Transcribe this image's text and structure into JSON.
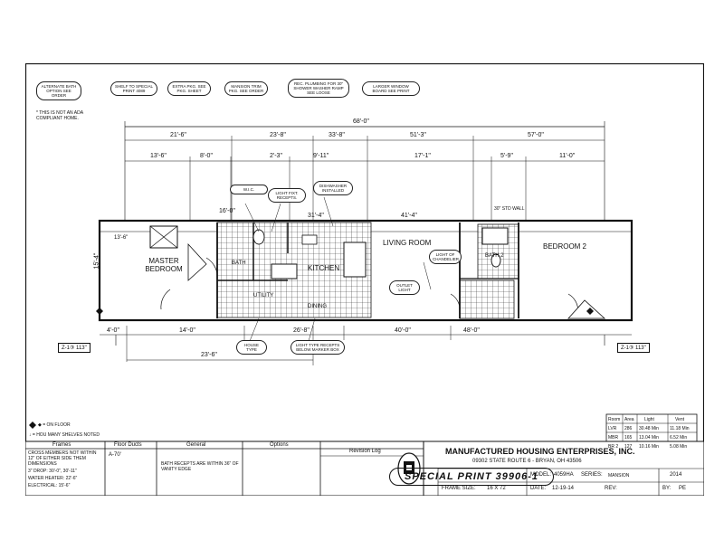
{
  "options_ovals": [
    "ALTERNATE BATH OPTION SEE ORDER",
    "SHELF TO SPECIAL PRINT 4089",
    "EXTRA PKG. SEE PKG. SHEET",
    "MANSION TRIM PKG. SEE ORDER",
    "REC. PLUMBING FOR 30\" SHOWER WASHER RAMP SEE LOOSE",
    "LARGER WINDOW BOARD SEE PRINT"
  ],
  "ada_note": "* THIS IS NOT AN ADA COMPLIANT HOME.",
  "dimensions_top": {
    "overall": "68'-0\"",
    "row1": [
      "21'-6\"",
      "23'-8\"",
      "33'-8\"",
      "51'-3\"",
      "57'-0\""
    ],
    "row2": [
      "13'-6\"",
      "8'-0\"",
      "2'-3\"",
      "9'-11\"",
      "17'-1\"",
      "5'-9\"",
      "11'-0\""
    ],
    "interior": [
      "16'-0\"",
      "31'-4\"",
      "41'-4\""
    ]
  },
  "dimensions_bottom": [
    "4'-0\"",
    "14'-0\"",
    "26'-8\"",
    "40'-0\"",
    "48'-0\"",
    "23'-6\""
  ],
  "side_dims": [
    "15'-4\"",
    "13'-6\""
  ],
  "rooms": {
    "master": "MASTER BEDROOM",
    "bath": "BATH",
    "kitchen": "KITCHEN",
    "utility": "UTILITY",
    "dining": "DINING",
    "living": "LIVING ROOM",
    "bath2": "BATH 2",
    "bedroom2": "BEDROOM 2"
  },
  "callouts": {
    "wic": "W.I.C.",
    "dishwasher": "DISHWASHER INSTALLED",
    "light_fixt": "LIGHT FIXT. RECEPTS.",
    "house_type": "HOUSE TYPE",
    "light_recepts": "LIGHT TYPE RECEPTS BELOW MARKER BOX",
    "right_chandelier": "LIGHT OF CHANDELIER",
    "outlet": "OUTLET LIGHT",
    "shelf_wall": "30\" STD WALL"
  },
  "markers": {
    "left": "Z-1③ 113\"",
    "right": "Z-1③ 113\""
  },
  "special_print": "SPECIAL PRINT 39906-1",
  "legend": {
    "floor_marker": "◆ = ON FLOOR",
    "shelves": "↓ = HOU MANY SHELVES NOTED"
  },
  "room_table": {
    "headers": [
      "Room",
      "Area",
      "Light",
      "Vent"
    ],
    "rows": [
      [
        "LVR",
        "286",
        "30.48 Min",
        "11.18 Min"
      ],
      [
        "MBR",
        "165",
        "13.04 Min",
        "6.52 Min"
      ],
      [
        "BR 2",
        "127",
        "10.16 Min",
        "5.08 Min"
      ]
    ]
  },
  "bottom_table": {
    "headers": [
      "Frames",
      "Floor Ducts",
      "General",
      "Options"
    ],
    "frames_text": "CROSS MEMBERS NOT WITHIN 12\" OF EITHER SIDE THEM DIMENSIONS",
    "drop": "3\" DROP: 30'-0\", 30'-11\"",
    "water_heater": "WATER HEATER: 22'-6\"",
    "electrical": "ELECTRICAL: 15'-6\"",
    "floor_ducts": "A-70'",
    "general": "BATH RECEPTS ARE WITHIN 36\" OF VANITY EDGE",
    "options": ""
  },
  "title_block": {
    "revision_log": "Revision Log",
    "company": "MANUFACTURED HOUSING ENTERPRISES, INC.",
    "address": "09302 STATE ROUTE 6 - BRYAN, OH 43506",
    "model_label": "MODEL:",
    "model": "4059HA",
    "series_label": "SERIES:",
    "series": "MANSION",
    "year": "2014",
    "frame_label": "FRAME SIZE:",
    "frame": "16 X 72",
    "date_label": "DATE:",
    "date": "12-19-14",
    "rev_label": "REV:",
    "by_label": "BY:",
    "by": "PE"
  },
  "colors": {
    "ink": "#111111",
    "paper": "#ffffff",
    "tile": "#333333"
  }
}
